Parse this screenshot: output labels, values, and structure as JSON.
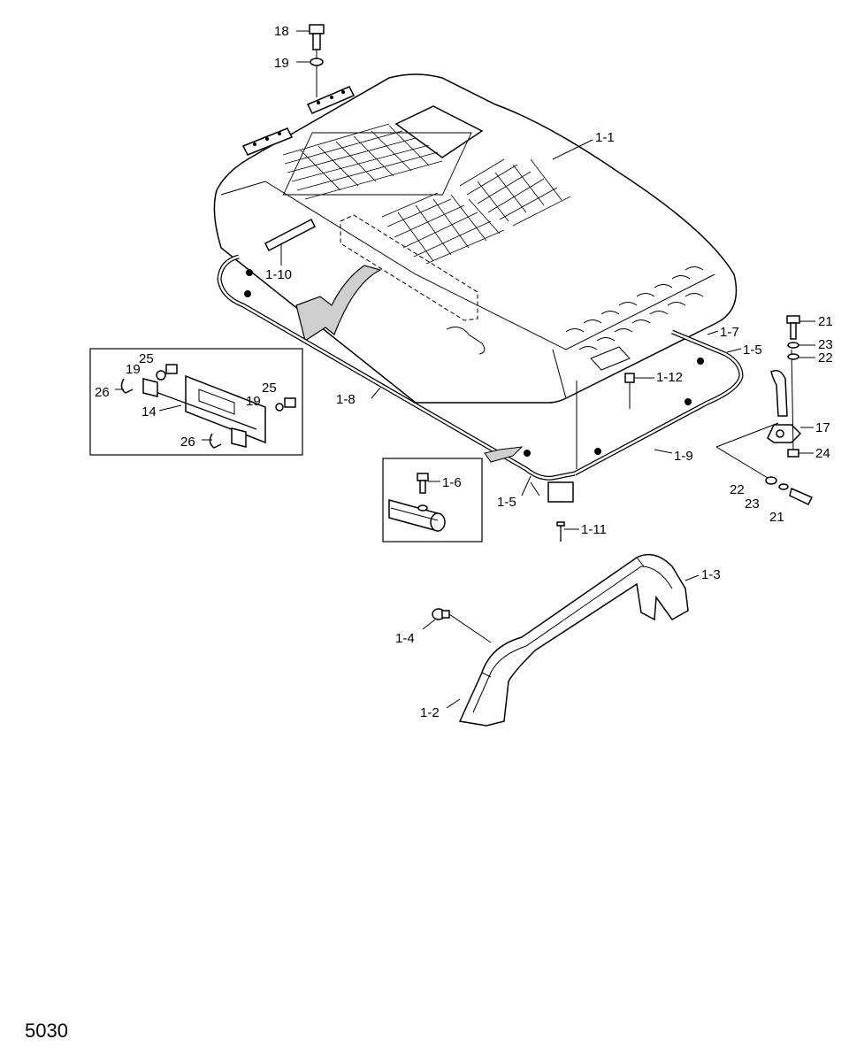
{
  "page_number": "5030",
  "callouts": [
    {
      "id": "c18",
      "text": "18"
    },
    {
      "id": "c19top",
      "text": "19"
    },
    {
      "id": "c1-1",
      "text": "1-1"
    },
    {
      "id": "c1-10",
      "text": "1-10"
    },
    {
      "id": "c1-7",
      "text": "1-7"
    },
    {
      "id": "c1-5r",
      "text": "1-5"
    },
    {
      "id": "c21t",
      "text": "21"
    },
    {
      "id": "c23t",
      "text": "23"
    },
    {
      "id": "c22t",
      "text": "22"
    },
    {
      "id": "c1-12",
      "text": "1-12"
    },
    {
      "id": "c17",
      "text": "17"
    },
    {
      "id": "c24",
      "text": "24"
    },
    {
      "id": "c1-8",
      "text": "1-8"
    },
    {
      "id": "c1-9",
      "text": "1-9"
    },
    {
      "id": "c22b",
      "text": "22"
    },
    {
      "id": "c23b",
      "text": "23"
    },
    {
      "id": "c21b",
      "text": "21"
    },
    {
      "id": "c1-6",
      "text": "1-6"
    },
    {
      "id": "c1-5l",
      "text": "1-5"
    },
    {
      "id": "c1-11",
      "text": "1-11"
    },
    {
      "id": "c1-3",
      "text": "1-3"
    },
    {
      "id": "c1-4",
      "text": "1-4"
    },
    {
      "id": "c1-2",
      "text": "1-2"
    },
    {
      "id": "c25a",
      "text": "25"
    },
    {
      "id": "c19a",
      "text": "19"
    },
    {
      "id": "c26a",
      "text": "26"
    },
    {
      "id": "c14",
      "text": "14"
    },
    {
      "id": "c25b",
      "text": "25"
    },
    {
      "id": "c19b",
      "text": "19"
    },
    {
      "id": "c26b",
      "text": "26"
    }
  ]
}
